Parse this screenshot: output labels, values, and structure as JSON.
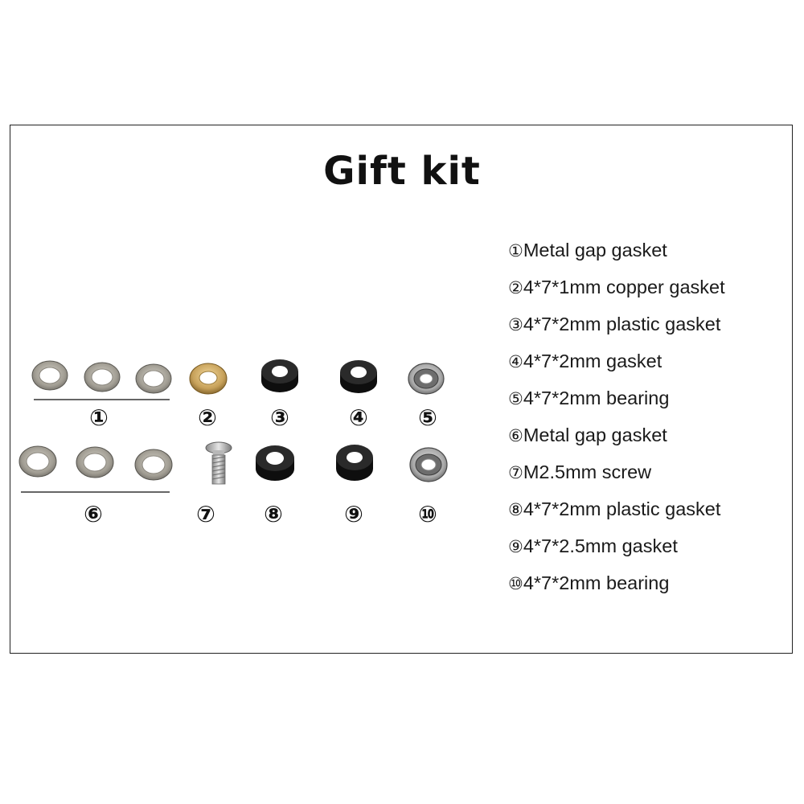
{
  "title": "Gift kit",
  "colors": {
    "steel": "#a8a49a",
    "copper": "#c9a45c",
    "rubber": "#151515",
    "bearing": "#b5b5b5"
  },
  "groups": [
    {
      "marker": "①",
      "part": "steel-washer-set",
      "count": 3
    },
    {
      "marker": "②",
      "part": "copper-washer",
      "count": 1
    },
    {
      "marker": "③",
      "part": "black-rubber-gasket",
      "count": 1
    },
    {
      "marker": "④",
      "part": "black-rubber-gasket",
      "count": 1
    },
    {
      "marker": "⑤",
      "part": "ball-bearing",
      "count": 1
    },
    {
      "marker": "⑥",
      "part": "steel-washer-set",
      "count": 3
    },
    {
      "marker": "⑦",
      "part": "screw",
      "count": 1
    },
    {
      "marker": "⑧",
      "part": "black-rubber-gasket",
      "count": 1
    },
    {
      "marker": "⑨",
      "part": "black-rubber-gasket",
      "count": 1
    },
    {
      "marker": "⑩",
      "part": "ball-bearing",
      "count": 1
    }
  ],
  "legend": [
    {
      "marker": "①",
      "text": "Metal gap gasket"
    },
    {
      "marker": "②",
      "text": "4*7*1mm copper gasket"
    },
    {
      "marker": "③",
      "text": "4*7*2mm plastic gasket"
    },
    {
      "marker": "④",
      "text": "4*7*2mm gasket"
    },
    {
      "marker": "⑤",
      "text": "4*7*2mm bearing"
    },
    {
      "marker": "⑥",
      "text": "Metal gap gasket"
    },
    {
      "marker": "⑦",
      "text": "M2.5mm screw"
    },
    {
      "marker": "⑧",
      "text": "4*7*2mm plastic gasket"
    },
    {
      "marker": "⑨",
      "text": "4*7*2.5mm gasket"
    },
    {
      "marker": "⑩",
      "text": "4*7*2mm bearing"
    }
  ]
}
